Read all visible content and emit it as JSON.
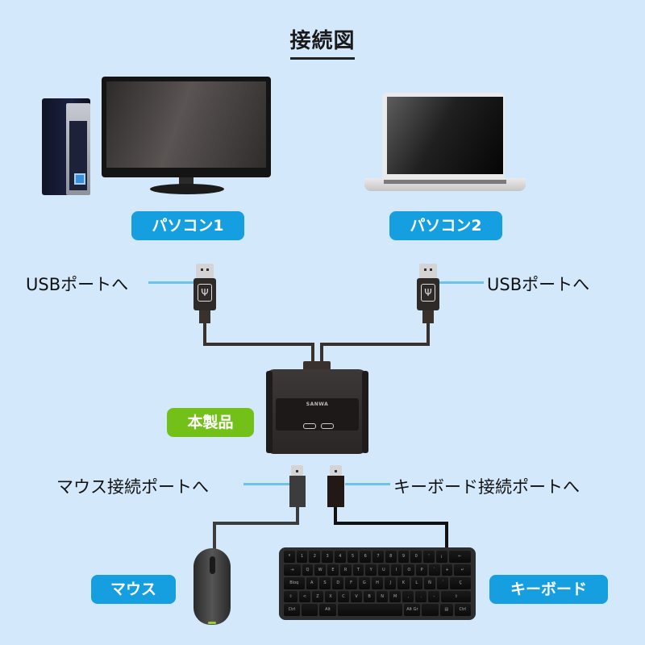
{
  "title": "接続図",
  "devices": {
    "pc1": {
      "label": "パソコン1",
      "color": "#159ee0"
    },
    "pc2": {
      "label": "パソコン2",
      "color": "#159ee0"
    },
    "product": {
      "label": "本製品",
      "color": "#72c018",
      "brand": "SANWA"
    },
    "mouse": {
      "label": "マウス",
      "color": "#159ee0"
    },
    "keyboard": {
      "label": "キーボード",
      "color": "#159ee0"
    }
  },
  "annotations": {
    "usb_left": "USBポートへ",
    "usb_right": "USBポートへ",
    "mouse_port": "マウス接続ポートへ",
    "keyboard_port": "キーボード接続ポートへ"
  },
  "leader_color": "#6cc1ee",
  "keyboard_rows": [
    [
      "º",
      "1",
      "2",
      "3",
      "4",
      "5",
      "6",
      "7",
      "8",
      "9",
      "0",
      "'",
      "¡",
      "←"
    ],
    [
      "⇥",
      "Q",
      "W",
      "E",
      "R",
      "T",
      "Y",
      "U",
      "I",
      "O",
      "P",
      "`",
      "+",
      "↵"
    ],
    [
      "Bloq",
      "A",
      "S",
      "D",
      "F",
      "G",
      "H",
      "J",
      "K",
      "L",
      "Ñ",
      "´",
      "Ç"
    ],
    [
      "⇧",
      "<",
      "Z",
      "X",
      "C",
      "V",
      "B",
      "N",
      "M",
      ",",
      ".",
      "-",
      "⇧"
    ],
    [
      "Ctrl",
      "",
      "Alt",
      "",
      "Alt Gr",
      "",
      "▤",
      "Ctrl"
    ]
  ]
}
